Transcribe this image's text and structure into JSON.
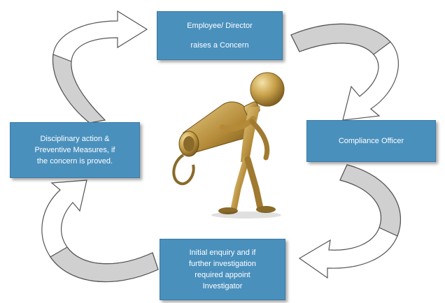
{
  "diagram": {
    "nodes": {
      "employee": [
        "Employee/ Director",
        "raises a Concern"
      ],
      "compliance": [
        "Compliance Officer"
      ],
      "enquiry": [
        "Initial enquiry and if",
        "further investigation",
        "required appoint",
        "Investigator"
      ],
      "disciplinary": [
        "Disciplinary action &",
        "Preventive Measures, if",
        "the concern is proved."
      ]
    },
    "center_image": "figure-blowing-whistle",
    "colors": {
      "box_fill": "#4a90bd",
      "box_text": "#ffffff",
      "arrow_fill": "#d0d0d0",
      "arrow_stroke": "#555555",
      "figure_gold": "#c9a24a"
    }
  }
}
